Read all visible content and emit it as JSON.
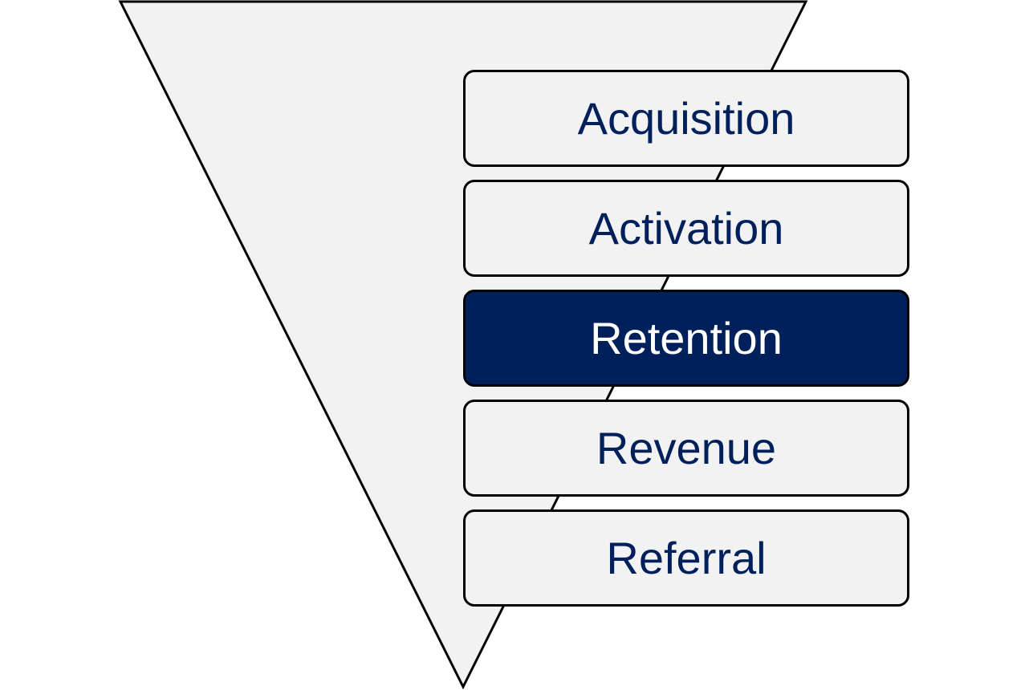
{
  "diagram": {
    "type": "funnel",
    "stages": [
      {
        "label": "Acquisition",
        "highlighted": false
      },
      {
        "label": "Activation",
        "highlighted": false
      },
      {
        "label": "Retention",
        "highlighted": true
      },
      {
        "label": "Revenue",
        "highlighted": false
      },
      {
        "label": "Referral",
        "highlighted": false
      }
    ],
    "colors": {
      "funnel_fill": "#f2f2f2",
      "outline": "#000000",
      "box_fill": "#f2f2f2",
      "highlight_fill": "#00205b",
      "label_text": "#00205b",
      "highlight_text": "#ffffff"
    }
  }
}
